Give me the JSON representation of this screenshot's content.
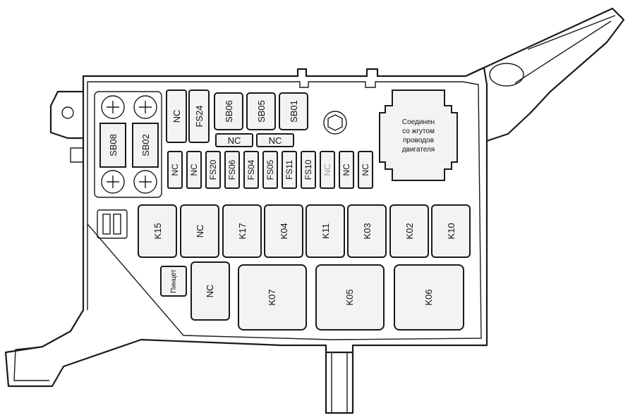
{
  "relays_top": [
    "K15",
    "NC",
    "K17",
    "K04",
    "K11",
    "K03",
    "K02",
    "K10"
  ],
  "relays_bottom": [
    "NC",
    "K07",
    "K05",
    "K06"
  ],
  "sb_top": [
    "SB06",
    "SB05",
    "SB01"
  ],
  "sb_side": [
    "SB08",
    "SB02"
  ],
  "fuse_pair_top": [
    "NC",
    "FS24"
  ],
  "nc_horizontal": [
    "NC",
    "NC"
  ],
  "fuse_row": [
    "NC",
    "NC",
    "FS20",
    "FS06",
    "FS04",
    "FS05",
    "FS11",
    "FS10",
    "NC",
    "NC",
    "NC"
  ],
  "tweezers_label": "Пинцет",
  "connector_note": [
    "Соединен",
    "со жгутом",
    "проводов",
    "двигателя"
  ]
}
